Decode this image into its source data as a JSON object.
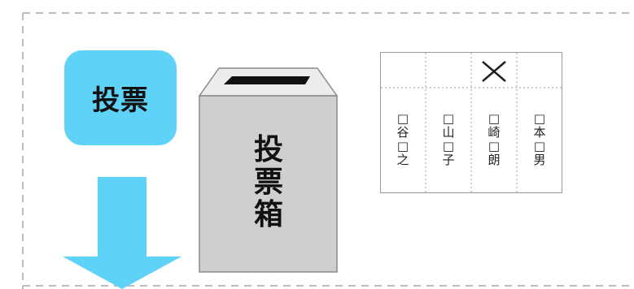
{
  "vote_label": "投票",
  "ballot_box_label": [
    "投",
    "票",
    "箱"
  ],
  "candidates": [
    {
      "name": [
        "□",
        "谷",
        "□",
        "之"
      ]
    },
    {
      "name": [
        "□",
        "山",
        "□",
        "子"
      ]
    },
    {
      "name": [
        "□",
        "崎",
        "□",
        "朗"
      ]
    },
    {
      "name": [
        "□",
        "本",
        "□",
        "男"
      ]
    }
  ],
  "ballot_mark": "X",
  "colors": {
    "accent_blue": "#5fd2f8",
    "box_gray": "#cfcfcf",
    "dashed_border": "#bdbdbd"
  }
}
